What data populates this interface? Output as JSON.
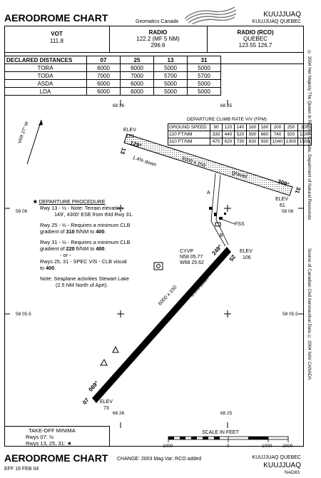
{
  "header": {
    "chart_title": "AERODROME CHART",
    "publisher": "Geomatics Canada",
    "city": "KUUJJUAQ",
    "city_province": "KUUJJUAQ  QUEBEC"
  },
  "frequencies": {
    "vot_label": "VOT",
    "vot_freq": "111.8",
    "radio_label": "RADIO",
    "radio_freq1": "122.2 (MF 5 NM)",
    "radio_freq2": "296.6",
    "rco_label": "RADIO (RCO)",
    "rco_name": "QUEBEC",
    "rco_freqs": "123.55   126.7"
  },
  "declared_distances": {
    "title": "DECLARED DISTANCES",
    "runways": [
      "07",
      "25",
      "13",
      "31"
    ],
    "rows": [
      {
        "label": "TORA",
        "values": [
          "6000",
          "6000",
          "5000",
          "5000"
        ]
      },
      {
        "label": "TODA",
        "values": [
          "7000",
          "7000",
          "5700",
          "5700"
        ]
      },
      {
        "label": "ASDA",
        "values": [
          "6000",
          "6000",
          "5000",
          "5000"
        ]
      },
      {
        "label": "LDA",
        "values": [
          "6000",
          "6000",
          "5000",
          "5000"
        ]
      }
    ]
  },
  "climb_table": {
    "title": "DEPARTURE CLIMB RATE V/V (FPM)",
    "rows": [
      {
        "label": "GROUND SPEED",
        "values": [
          "90",
          "120",
          "140",
          "160",
          "180",
          "200",
          "250",
          "300"
        ]
      },
      {
        "label": "220 FT/NM",
        "values": [
          "330",
          "440",
          "520",
          "590",
          "660",
          "740",
          "920",
          "1100"
        ]
      },
      {
        "label": "310 FT/NM",
        "values": [
          "470",
          "620",
          "730",
          "830",
          "930",
          "1040",
          "1300",
          "1550"
        ]
      }
    ]
  },
  "coordinates": {
    "lon_left": "68 26",
    "lon_right": "68 25",
    "lat_top": "58 06",
    "lat_bottom": "58 05.5"
  },
  "magvar_label": "VAR 27° W",
  "runway_13_31": {
    "dims": "5000 x 150",
    "slope": "1.4% down",
    "surface": "gravel",
    "end_13": "13",
    "end_31": "31",
    "hdg_13": "129°",
    "hdg_31": "309°",
    "elev_13_label": "ELEV",
    "elev_13_val": "129",
    "elev_31_label": "ELEV",
    "elev_31_val": "61"
  },
  "runway_07_25": {
    "dims": "6000 x 150",
    "slope": "0.5% down",
    "end_07": "07",
    "end_25": "25",
    "hdg_07": "069°",
    "hdg_25": "249°",
    "elev_07_label": "ELEV",
    "elev_07_val": "73",
    "elev_25_label": "ELEV",
    "elev_25_val": "106"
  },
  "taxiways": {
    "a": "A",
    "b": "B"
  },
  "fss_label": "FSS",
  "aerodrome": {
    "id": "CYVP",
    "lat": "N58 05.77",
    "lon": "W68 25.62"
  },
  "departure_procedure": {
    "title": "DEPARTURE PROCEDURE",
    "p1_l1": "Rwy 13 - ½ - Note: Terrain elevation",
    "p1_l2": "149', 4300' ESE from thld Rwy 31.",
    "p2_l1": "Rwy 25 - ½ - Requires a minimum CLB",
    "p2_l2a": "gradient of ",
    "p2_l2b": "310",
    "p2_l2c": " ft/NM to ",
    "p2_l2d": "400",
    "p2_l2e": ".",
    "p3_l1": "Rwy 31 - ½ - Requires a minimum CLB",
    "p3_l2a": "gradient of ",
    "p3_l2b": "220",
    "p3_l2c": " ft/NM to ",
    "p3_l2d": "400",
    "p3_l2e": ".",
    "p3_or": "- or -",
    "p3_l3": "Rwys 25, 31 - SPEC VIS - CLB visual",
    "p3_l4a": "to ",
    "p3_l4b": "400",
    "p3_l4c": ".",
    "note_l1": "Note:  Seaplane activities Stewart Lake",
    "note_l2": "(2.5 NM North of Aprt)."
  },
  "takeoff_minima": {
    "title": "TAKE-OFF MINIMA",
    "line1": "Rwys 07:  ½",
    "line2": "Rwys 13, 25, 31:  ★"
  },
  "scale": {
    "title": "SCALE IN FEET",
    "labels": [
      "1000",
      "0",
      "1000",
      "2000"
    ]
  },
  "footer": {
    "title": "AERODROME CHART",
    "change": "CHANGE: 2003 Mag Var; RCO added",
    "city_province": "KUUJJUAQ  QUEBEC",
    "city": "KUUJJUAQ",
    "eff": "EFF 19 FEB 04",
    "chart_id": "NAD83"
  },
  "side_text": {
    "top": "© 2004 Her Majesty The Queen in Right of Canada, Department of Natural Resources",
    "bottom": "Source of Canadian Civil Aeronautical Data © 2004 NAV CANADA"
  }
}
